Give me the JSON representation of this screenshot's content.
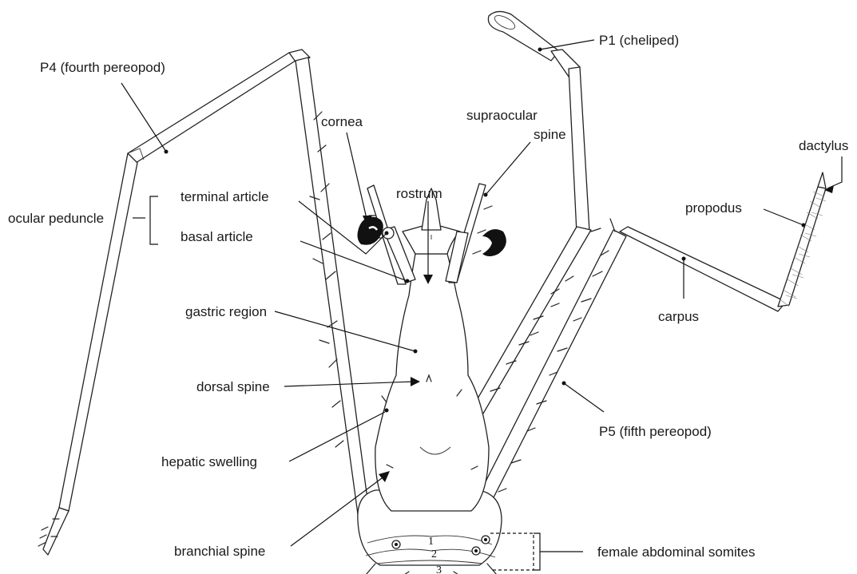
{
  "labels": {
    "p4": "P4 (fourth pereopod)",
    "p1": "P1 (cheliped)",
    "cornea": "cornea",
    "supraocular_1": "supraocular",
    "supraocular_2": "spine",
    "dactylus": "dactylus",
    "terminal_article": "terminal article",
    "rostrum": "rostrum",
    "propodus": "propodus",
    "ocular_peduncle": "ocular peduncle",
    "basal_article": "basal article",
    "gastric_region": "gastric region",
    "carpus": "carpus",
    "dorsal_spine": "dorsal spine",
    "p5": "P5 (fifth pereopod)",
    "hepatic_swelling": "hepatic swelling",
    "branchial_spine": "branchial spine",
    "female_abdominal_somites": "female abdominal somites"
  },
  "somites": [
    "1",
    "2",
    "3"
  ]
}
